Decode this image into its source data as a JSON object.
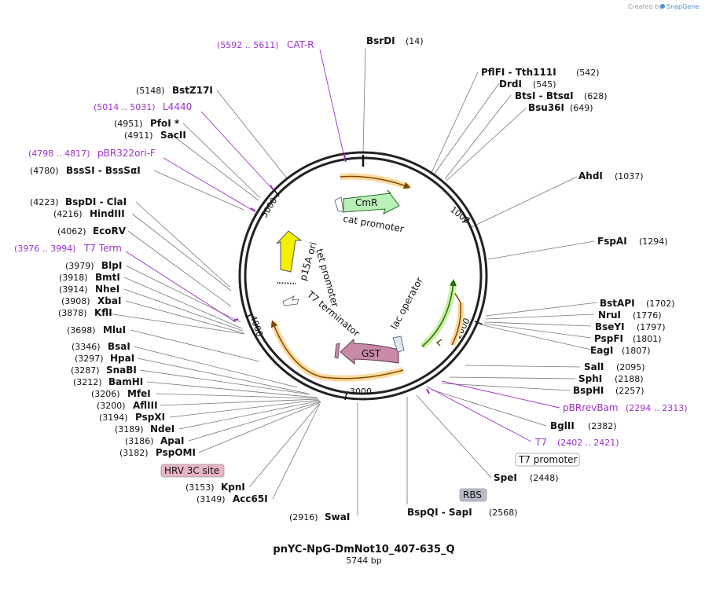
{
  "credit": {
    "prefix": "Created by",
    "brand": "SnapGene"
  },
  "title": "pnYC-NpG-DmNot10_407-635_Q",
  "subtitle": "5744 bp",
  "ticks": [
    "1000",
    "2000",
    "3000",
    "4000",
    "5000"
  ],
  "features": {
    "CmR": "CmR",
    "cat_promoter": "cat promoter",
    "p15A_ori": "p15A ori",
    "tet_promoter": "tet promoter",
    "T7_terminator": "T7 terminator",
    "lac_operator": "lac operator",
    "GST": "GST"
  },
  "boxes": {
    "hrv": "HRV 3C site",
    "t7p": "T7 promoter",
    "rbs": "RBS"
  },
  "labels": [
    {
      "k": "BsrDI",
      "n": "BsrDI",
      "p": "(14)"
    },
    {
      "k": "PflFI",
      "n": "PflFI  - Tth111I",
      "p": "(542)"
    },
    {
      "k": "DrdI",
      "n": "DrdI",
      "p": "(545)"
    },
    {
      "k": "BtsI",
      "n": "BtsI  - BtsαI",
      "p": "(628)"
    },
    {
      "k": "Bsu36I",
      "n": "Bsu36I",
      "p": "(649)"
    },
    {
      "k": "AhdI",
      "n": "AhdI",
      "p": "(1037)"
    },
    {
      "k": "FspAI",
      "n": "FspAI",
      "p": "(1294)"
    },
    {
      "k": "BstAPI",
      "n": "BstAPI",
      "p": "(1702)"
    },
    {
      "k": "NruI",
      "n": "NruI",
      "p": "(1776)"
    },
    {
      "k": "BseYI",
      "n": "BseYI",
      "p": "(1797)"
    },
    {
      "k": "PspFI",
      "n": "PspFI",
      "p": "(1801)"
    },
    {
      "k": "EagI",
      "n": "EagI",
      "p": "(1807)"
    },
    {
      "k": "SalI",
      "n": "SalI",
      "p": "(2095)"
    },
    {
      "k": "SphI",
      "n": "SphI",
      "p": "(2188)"
    },
    {
      "k": "BspHI",
      "n": "BspHI",
      "p": "(2257)"
    },
    {
      "k": "BglII",
      "n": "BglII",
      "p": "(2382)"
    },
    {
      "k": "SpeI",
      "n": "SpeI",
      "p": "(2448)"
    },
    {
      "k": "BspQI",
      "n": "BspQI  - SapI",
      "p": "(2568)"
    },
    {
      "k": "SwaI",
      "n": "SwaI",
      "p": "(2916)"
    },
    {
      "k": "Acc65I",
      "n": "Acc65I",
      "p": "(3149)"
    },
    {
      "k": "KpnI",
      "n": "KpnI",
      "p": "(3153)"
    },
    {
      "k": "PspOMI",
      "n": "PspOMI",
      "p": "(3182)"
    },
    {
      "k": "ApaI",
      "n": "ApaI",
      "p": "(3186)"
    },
    {
      "k": "NdeI",
      "n": "NdeI",
      "p": "(3189)"
    },
    {
      "k": "PspXI",
      "n": "PspXI",
      "p": "(3194)"
    },
    {
      "k": "AflIII",
      "n": "AflIII",
      "p": "(3200)"
    },
    {
      "k": "MfeI",
      "n": "MfeI",
      "p": "(3206)"
    },
    {
      "k": "BamHI",
      "n": "BamHI",
      "p": "(3212)"
    },
    {
      "k": "SnaBI",
      "n": "SnaBI",
      "p": "(3287)"
    },
    {
      "k": "HpaI",
      "n": "HpaI",
      "p": "(3297)"
    },
    {
      "k": "BsaI",
      "n": "BsaI",
      "p": "(3346)"
    },
    {
      "k": "MluI",
      "n": "MluI",
      "p": "(3698)"
    },
    {
      "k": "KflI",
      "n": "KflI",
      "p": "(3878)"
    },
    {
      "k": "XbaI",
      "n": "XbaI",
      "p": "(3908)"
    },
    {
      "k": "NheI",
      "n": "NheI",
      "p": "(3914)"
    },
    {
      "k": "BmtI",
      "n": "BmtI",
      "p": "(3918)"
    },
    {
      "k": "BlpI",
      "n": "BlpI",
      "p": "(3979)"
    },
    {
      "k": "EcoRV",
      "n": "EcoRV",
      "p": "(4062)"
    },
    {
      "k": "HindIII",
      "n": "HindIII",
      "p": "(4216)"
    },
    {
      "k": "BspDI",
      "n": "BspDI  - ClaI",
      "p": "(4223)"
    },
    {
      "k": "BssSI",
      "n": "BssSI  - BssSαI",
      "p": "(4780)"
    },
    {
      "k": "SacII",
      "n": "SacII",
      "p": "(4911)"
    },
    {
      "k": "PfoI",
      "n": "PfoI *",
      "p": "(4951)"
    },
    {
      "k": "BstZ17I",
      "n": "BstZ17I",
      "p": "(5148)"
    }
  ],
  "primers": [
    {
      "k": "CATR",
      "n": "CAT-R",
      "p": "(5592 .. 5611)"
    },
    {
      "k": "L4440",
      "n": "L4440",
      "p": "(5014 .. 5031)"
    },
    {
      "k": "pBR322ori",
      "n": "pBR322ori-F",
      "p": "(4798 .. 4817)"
    },
    {
      "k": "T7Term",
      "n": "T7 Term",
      "p": "(3976 .. 3994)"
    },
    {
      "k": "pBRrevBam",
      "n": "pBRrevBam",
      "p": "(2294 .. 2313)"
    },
    {
      "k": "T7",
      "n": "T7",
      "p": "(2402 .. 2421)"
    }
  ],
  "colors": {
    "primer": "#9b30c8",
    "orange": "#f0a030",
    "green": "#4aa820",
    "yellow": "#f5f000",
    "cmr": "#b8f0b8",
    "gst": "#c88aa8",
    "box_hrv": "#e8b4c8",
    "box_rbs": "#b8bcc8"
  }
}
